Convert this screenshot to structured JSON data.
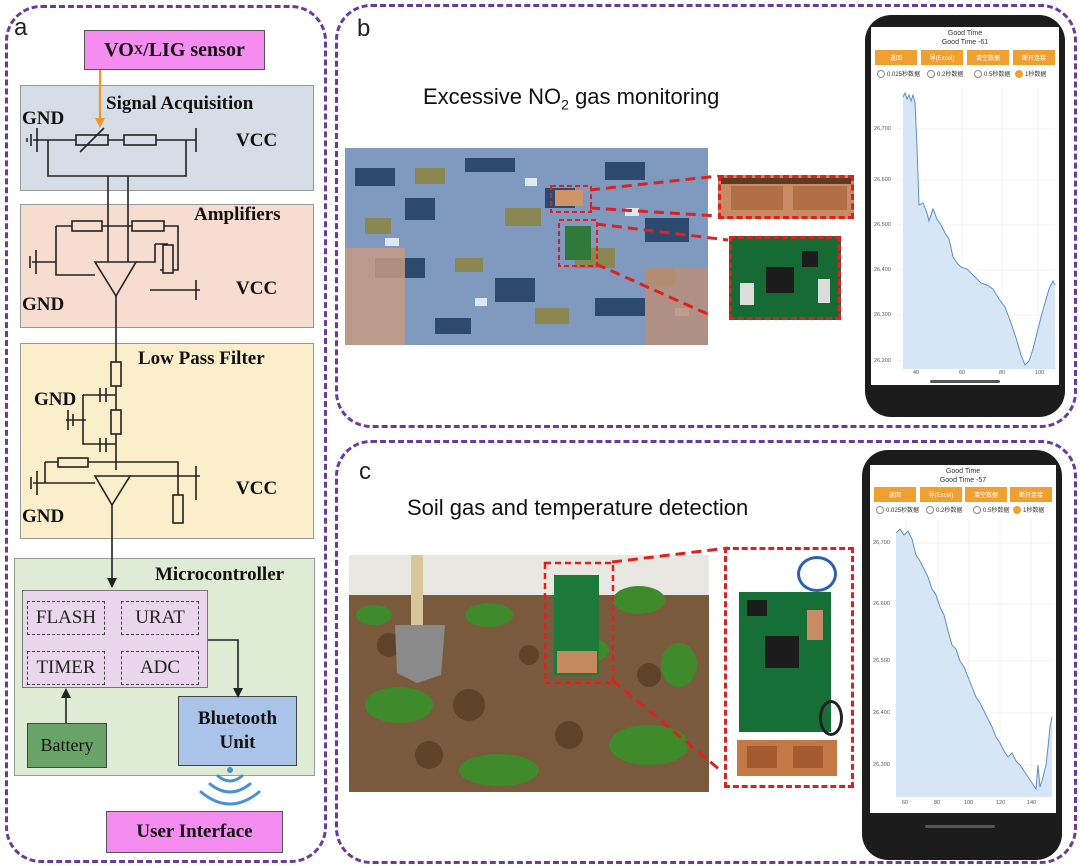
{
  "panels": {
    "a": "a",
    "b": "b",
    "c": "c"
  },
  "sensor": {
    "prefix": "VO",
    "sub": "X",
    "suffix": "/LIG sensor"
  },
  "blocks": {
    "signal": "Signal Acquisition",
    "amp": "Amplifiers",
    "lpf": "Low Pass Filter",
    "mcu": "Microcontroller"
  },
  "labels": {
    "gnd": "GND",
    "vcc": "VCC"
  },
  "mcu_chips": [
    "FLASH",
    "URAT",
    "TIMER",
    "ADC"
  ],
  "battery": "Battery",
  "bluetooth": {
    "line1": "Bluetooth",
    "line2": "Unit"
  },
  "user_interface": "User Interface",
  "panel_b": {
    "title_pre": "Excessive NO",
    "title_sub": "2",
    "title_post": " gas monitoring"
  },
  "panel_c": {
    "title": "Soil gas and temperature detection"
  },
  "phone_b": {
    "title": "Good Time",
    "subtitle": "Good Time  -61",
    "buttons": [
      "返回",
      "导(Excel)",
      "清空数据",
      "断开连接"
    ],
    "radios": [
      "0.025秒数据",
      "0.2秒数据",
      "0.5秒数据",
      "1秒数据"
    ],
    "selected": 3,
    "yticks": [
      "26,700",
      "26,600",
      "26,500",
      "26,400",
      "26,300",
      "26,200"
    ],
    "xticks": [
      "40",
      "60",
      "80",
      "100"
    ]
  },
  "phone_c": {
    "title": "Good Time",
    "subtitle": "Good Time  -57",
    "buttons": [
      "返回",
      "导(Excel)",
      "清空数据",
      "断开连接"
    ],
    "radios": [
      "0.025秒数据",
      "0.2秒数据",
      "0.5秒数据",
      "1秒数据"
    ],
    "selected": 3,
    "yticks": [
      "26,700",
      "26,600",
      "26,500",
      "26,400",
      "26,300"
    ],
    "xticks": [
      "60",
      "80",
      "100",
      "120",
      "140"
    ]
  },
  "colors": {
    "panel_border": "#6b3a9b",
    "signal_bg": "#d6dde6",
    "amp_bg": "#f7ddd0",
    "lpf_bg": "#fbeecb",
    "mcu_bg": "#dfecd5",
    "chip_group_bg": "#ead7ee",
    "battery_bg": "#6aa36a",
    "bluetooth_bg": "#a9c4e8",
    "sensor_bg": "#f58cf0",
    "ui_bg": "#f58cf0",
    "arrow_orange": "#f0962a",
    "wifi_blue": "#4a90d9",
    "callout_red": "#e02020",
    "phone_button": "#f0a030"
  }
}
